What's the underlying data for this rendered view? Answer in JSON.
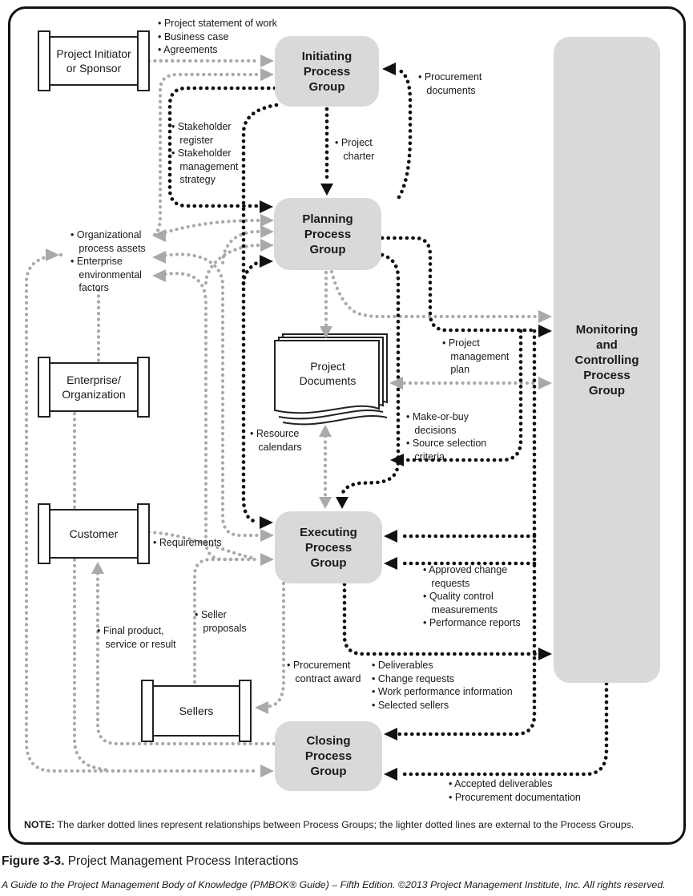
{
  "colors": {
    "box_fill": "#d9d9d9",
    "dark_line": "#111111",
    "light_line": "#a9a9a9",
    "text": "#1a1a1a"
  },
  "process_groups": {
    "initiating": "Initiating\nProcess\nGroup",
    "planning": "Planning\nProcess\nGroup",
    "executing": "Executing\nProcess\nGroup",
    "closing": "Closing\nProcess\nGroup",
    "monitoring": "Monitoring\nand\nControlling\nProcess\nGroup"
  },
  "entities": {
    "sponsor": "Project Initiator\nor Sponsor",
    "enterprise": "Enterprise/\nOrganization",
    "customer": "Customer",
    "sellers": "Sellers",
    "documents": "Project\nDocuments"
  },
  "labels": {
    "statement_of_work": "• Project statement of work\n• Business case\n• Agreements",
    "stakeholder": "• Stakeholder\n   register\n• Stakeholder\n   management\n   strategy",
    "project_charter": "• Project\n   charter",
    "procurement_documents": "• Procurement\n   documents",
    "org_process_assets": "• Organizational\n   process assets\n• Enterprise\n   environmental\n   factors",
    "project_management_plan": "• Project\n   management\n   plan",
    "make_or_buy": "• Make-or-buy\n   decisions\n• Source selection\n   criteria",
    "resource_calendars": "• Resource\n   calendars",
    "requirements": "• Requirements",
    "seller_proposals": "• Seller\n   proposals",
    "final_product": "• Final product,\n   service or result",
    "procurement_contract_award": "• Procurement\n   contract award",
    "approved_changes": "• Approved change\n   requests\n• Quality control\n   measurements\n• Performance reports",
    "deliverables": "• Deliverables\n• Change requests\n• Work performance information\n• Selected sellers",
    "accepted_deliverables": "• Accepted deliverables\n• Procurement documentation"
  },
  "note": {
    "prefix": "NOTE:",
    "text": " The darker dotted lines represent relationships between Process Groups; the lighter dotted lines are external to the Process Groups."
  },
  "caption": {
    "figure": "Figure 3-3.",
    "title": " Project Management Process Interactions"
  },
  "footer": "A Guide to the Project Management Body of Knowledge (PMBOK® Guide) – Fifth Edition. ©2013 Project Management Institute, Inc. All rights reserved."
}
